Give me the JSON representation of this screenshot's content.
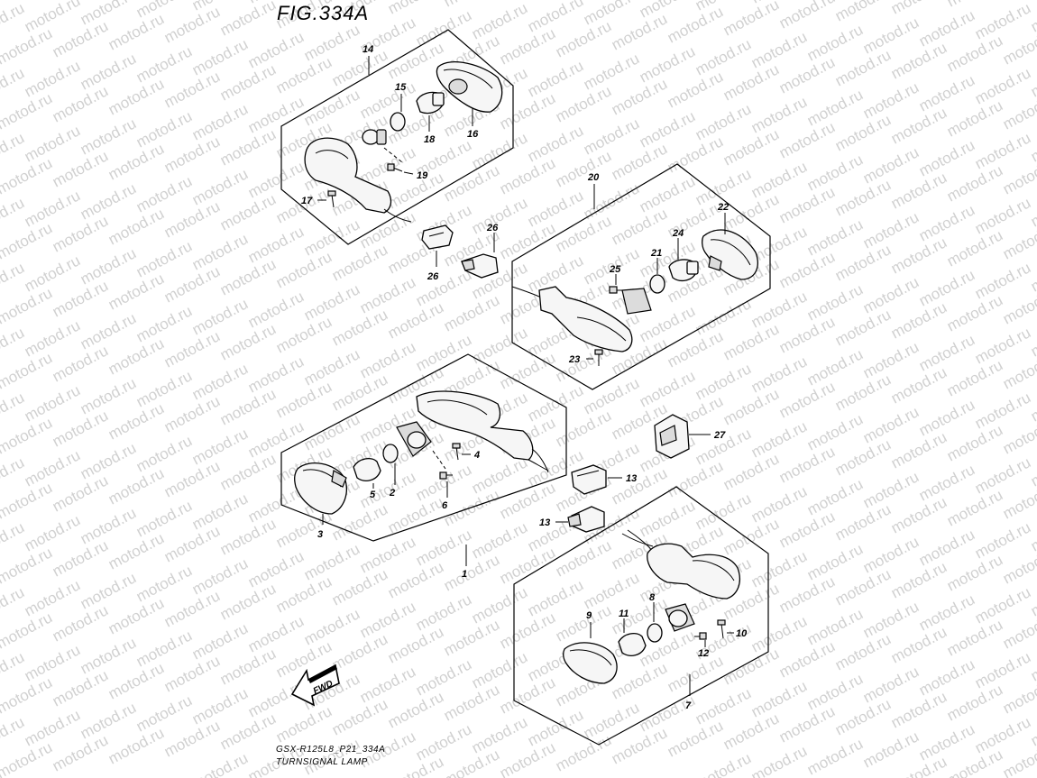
{
  "figure": {
    "title": "FIG.334A",
    "footer_code": "GSX-R125L8_P21_334A",
    "footer_name": "TURNSIGNAL LAMP"
  },
  "watermark": {
    "text": "motod.ru",
    "color": "#bdbdbd"
  },
  "fwd_label": "FWD",
  "callouts": {
    "c1": "1",
    "c2": "2",
    "c3": "3",
    "c4": "4",
    "c5": "5",
    "c6": "6",
    "c7": "7",
    "c8": "8",
    "c9": "9",
    "c10": "10",
    "c11": "11",
    "c12": "12",
    "c13a": "13",
    "c13b": "13",
    "c14": "14",
    "c15": "15",
    "c16": "16",
    "c17": "17",
    "c18": "18",
    "c19": "19",
    "c20": "20",
    "c21": "21",
    "c22": "22",
    "c23": "23",
    "c24": "24",
    "c25": "25",
    "c26a": "26",
    "c26b": "26",
    "c27": "27"
  }
}
